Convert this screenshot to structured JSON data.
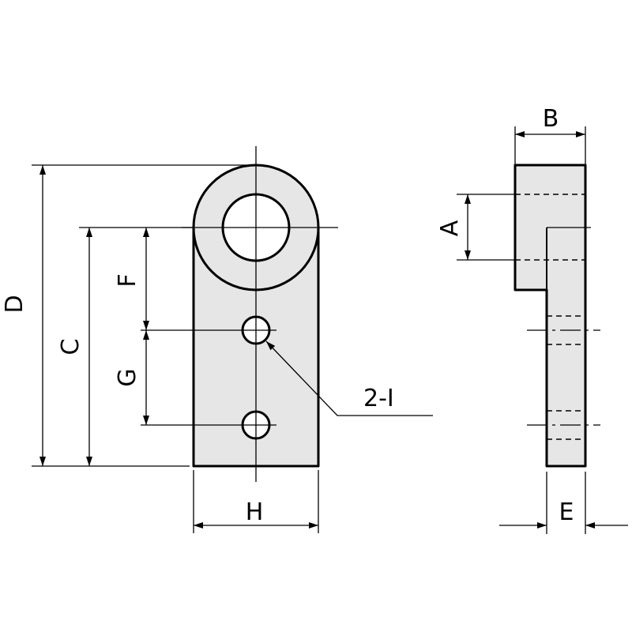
{
  "dimension_labels": {
    "A": "A",
    "B": "B",
    "C": "C",
    "D": "D",
    "E": "E",
    "F": "F",
    "G": "G",
    "H": "H",
    "hole_callout": "2-I"
  },
  "colors": {
    "part_fill": "#e6e6e6",
    "line": "#000000",
    "hole_fill": "#ffffff"
  }
}
